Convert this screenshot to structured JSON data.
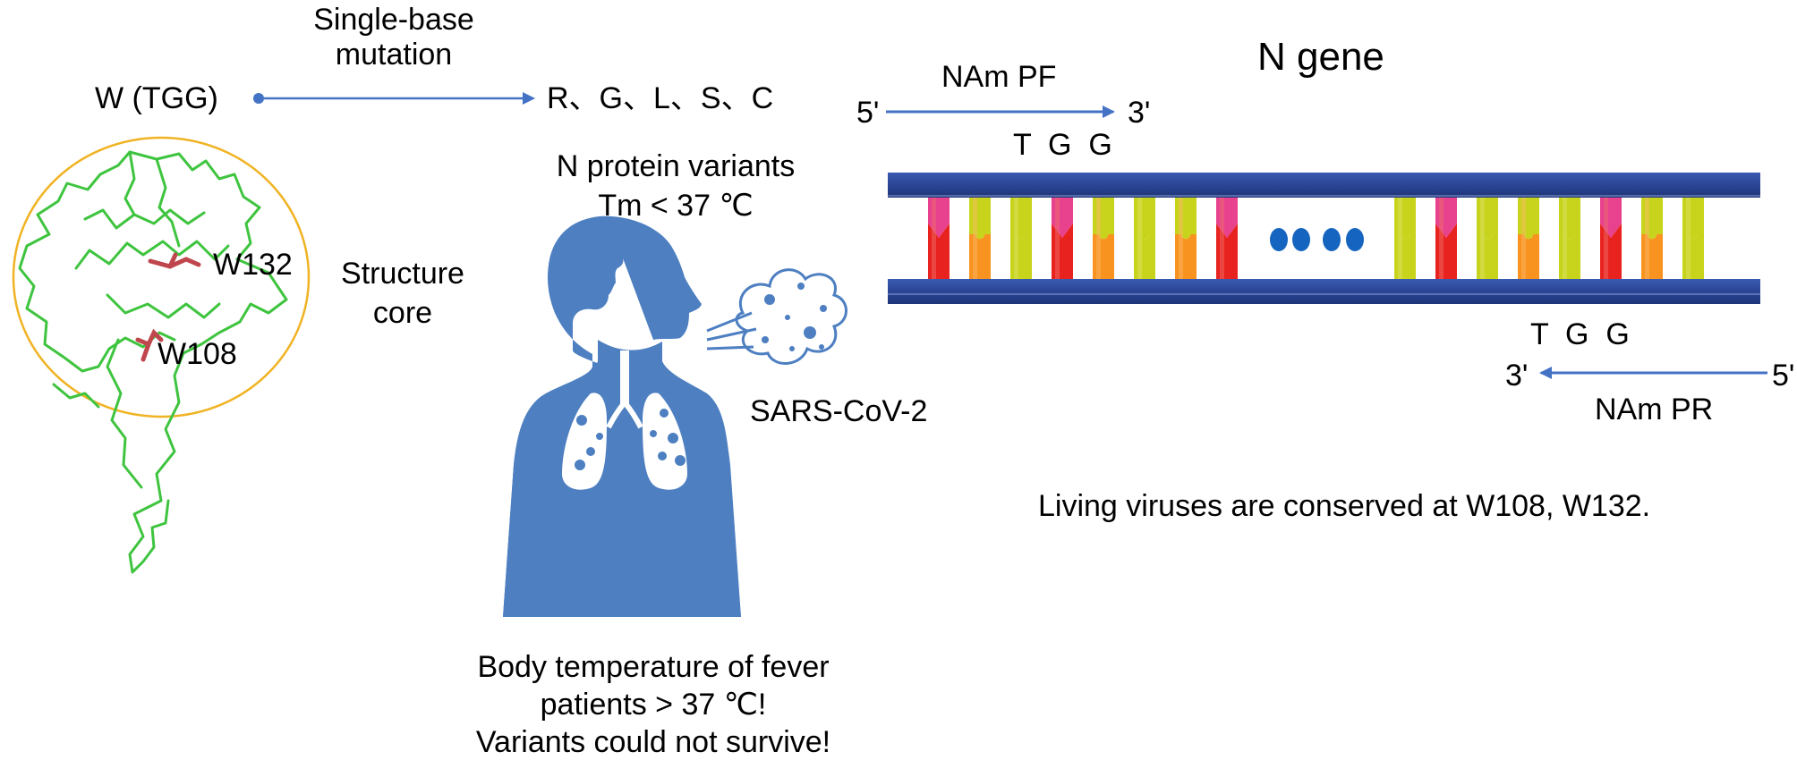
{
  "left": {
    "mutation_label_line1": "Single-base",
    "mutation_label_line2": "mutation",
    "wild_type": "W (TGG)",
    "variants": "R、G、L、S、C",
    "variants_caption_line1": "N protein variants",
    "variants_caption_line2": "Tm  <  37 ℃",
    "residue_a": "W132",
    "residue_b": "W108",
    "structure_line1": "Structure",
    "structure_line2": "core"
  },
  "middle": {
    "virus": "SARS-CoV-2",
    "fever_line1": "Body temperature of fever",
    "fever_line2": "patients  > 37 ℃!",
    "fever_line3": "Variants could not survive!"
  },
  "right": {
    "title": "N gene",
    "forward_primer": "NAm PF",
    "forward_5": "5'",
    "forward_3": "3'",
    "forward_codon": "T  G  G",
    "reverse_codon": "T  G  G",
    "reverse_3": "3'",
    "reverse_5": "5'",
    "reverse_primer": "NAm PR",
    "conclusion": "Living viruses are conserved at W108, W132."
  },
  "colors": {
    "arrow": "#4472c4",
    "backbone": "#2e4a9e",
    "human": "#4d7fc1",
    "ellipse": "#f0b323",
    "protein": "#3fc43f",
    "residue": "#c0464d",
    "base_red": "#e8231f",
    "base_orange": "#f7931e",
    "base_yellow": "#c8d41c",
    "base_pink": "#e8418e",
    "dots": "#1565c0"
  },
  "dna": {
    "left_bases": [
      "red",
      "orange",
      "yellow",
      "red",
      "orange",
      "yellow",
      "orange",
      "red"
    ],
    "right_bases": [
      "yellow",
      "red",
      "yellow",
      "orange",
      "yellow",
      "red",
      "orange",
      "yellow"
    ]
  }
}
